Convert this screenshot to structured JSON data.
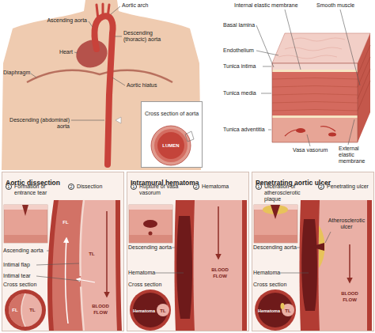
{
  "diagram": {
    "nodes": [
      {
        "text": [
          "Cross section of aorta"
        ]
      },
      {
        "text": [
          "Aortic dissection"
        ]
      },
      {
        "text": [
          "Intramural hematoma"
        ]
      },
      {
        "text": [
          "Penetrating aortic ulcer"
        ]
      }
    ],
    "labels": [
      "Ascending aorta",
      "Aortic arch",
      "Heart",
      "Descending (thoracic) aorta",
      "Diaphragm",
      "Aortic hiatus",
      "Descending (abdominal) aorta",
      "LUMEN",
      "Smooth muscle",
      "Internal elastic membrane",
      "External elastic membrane",
      "Basal lamina",
      "Endothelium",
      "Vasa vasorum",
      "Tunica intima",
      "Tunica media",
      "Tunica adventitia",
      "1",
      "Formation of entrance tear",
      "2",
      "Dissection",
      "Ascending aorta",
      "Intimal flap",
      "Intimal tear",
      "FL",
      "TL",
      "Cross section",
      "FL",
      "TL",
      "BLOOD FLOW",
      "1",
      "Rupture of vasa vasorum",
      "2",
      "Hematoma",
      "BLOOD FLOW",
      "Descending aorta",
      "Hematoma",
      "Cross section",
      "Hematoma",
      "TL",
      "1",
      "Ulceration of atherosclerotic plaque",
      "2",
      "Penetrating ulcer",
      "BLOOD FLOW",
      "Descending aorta",
      "Atherosclerotic ulcer",
      "Hematoma",
      "Cross section",
      "Hematoma",
      "TL"
    ]
  }
}
